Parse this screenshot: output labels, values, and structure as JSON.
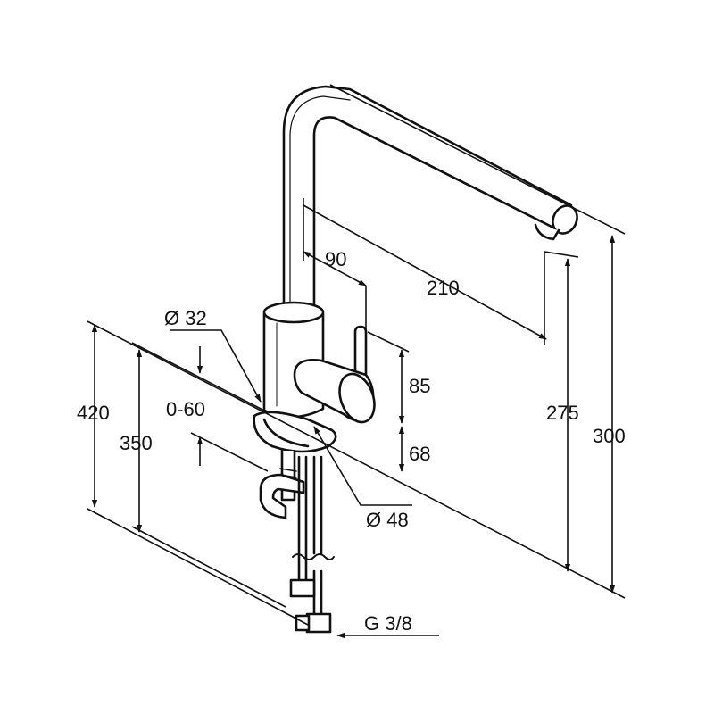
{
  "dimensions": {
    "d90": "90",
    "d210": "210",
    "dia32": "Ø 32",
    "d0_60": "0-60",
    "d420": "420",
    "d350": "350",
    "d85": "85",
    "d68": "68",
    "dia48": "Ø 48",
    "d275": "275",
    "d300": "300",
    "g38": "G 3/8"
  },
  "colors": {
    "ink": "#111111",
    "paper": "#ffffff"
  }
}
